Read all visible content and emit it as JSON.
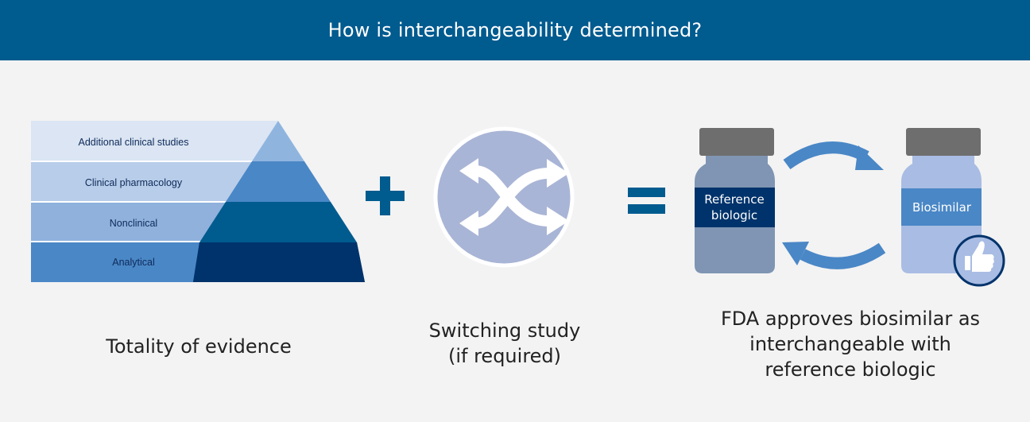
{
  "header": {
    "title": "How is interchangeability determined?"
  },
  "pyramid": {
    "levels": [
      "Additional clinical studies",
      "Clinical pharmacology",
      "Nonclinical",
      "Analytical"
    ],
    "caption": "Totality of evidence"
  },
  "operators": {
    "plus": "plus-icon",
    "equals": "equals-icon"
  },
  "switching": {
    "icon": "shuffle-icon",
    "caption_line1": "Switching study",
    "caption_line2": "(if required)"
  },
  "vials": {
    "reference_label_line1": "Reference",
    "reference_label_line2": "biologic",
    "biosimilar_label": "Biosimilar",
    "badge_icon": "thumbs-up-icon",
    "arrows_icon": "exchange-arrows-icon"
  },
  "result": {
    "caption_line1": "FDA approves biosimilar as",
    "caption_line2": "interchangeable with",
    "caption_line3": "reference biologic"
  },
  "colors": {
    "header": "#005b8f",
    "navy": "#00336b",
    "mid_blue": "#4a87c6",
    "light_blue": "#8fb5df",
    "pale_blue": "#dbe5f3",
    "circle": "#a9b5d6",
    "vial_gray": "#6e6e6e"
  }
}
